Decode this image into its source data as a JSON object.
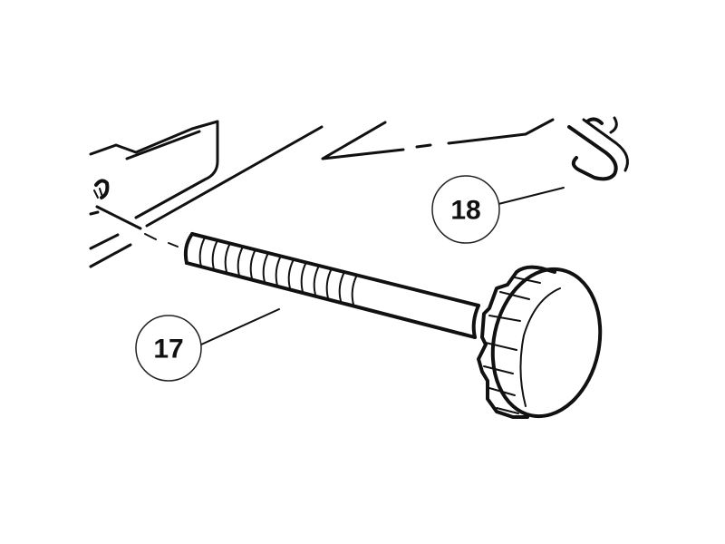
{
  "diagram": {
    "type": "exploded-parts-view",
    "background": "#ffffff",
    "ink_color": "#111111",
    "parts": [
      {
        "id": "bracket",
        "label": "mounting-bracket"
      },
      {
        "id": "screw",
        "label": "knurled-thumb-screw"
      },
      {
        "id": "hook",
        "label": "wire-hook-clip"
      }
    ],
    "callouts": [
      {
        "number": "17",
        "points_to": "knurled-thumb-screw"
      },
      {
        "number": "18",
        "points_to": "wire-hook-clip"
      }
    ]
  }
}
